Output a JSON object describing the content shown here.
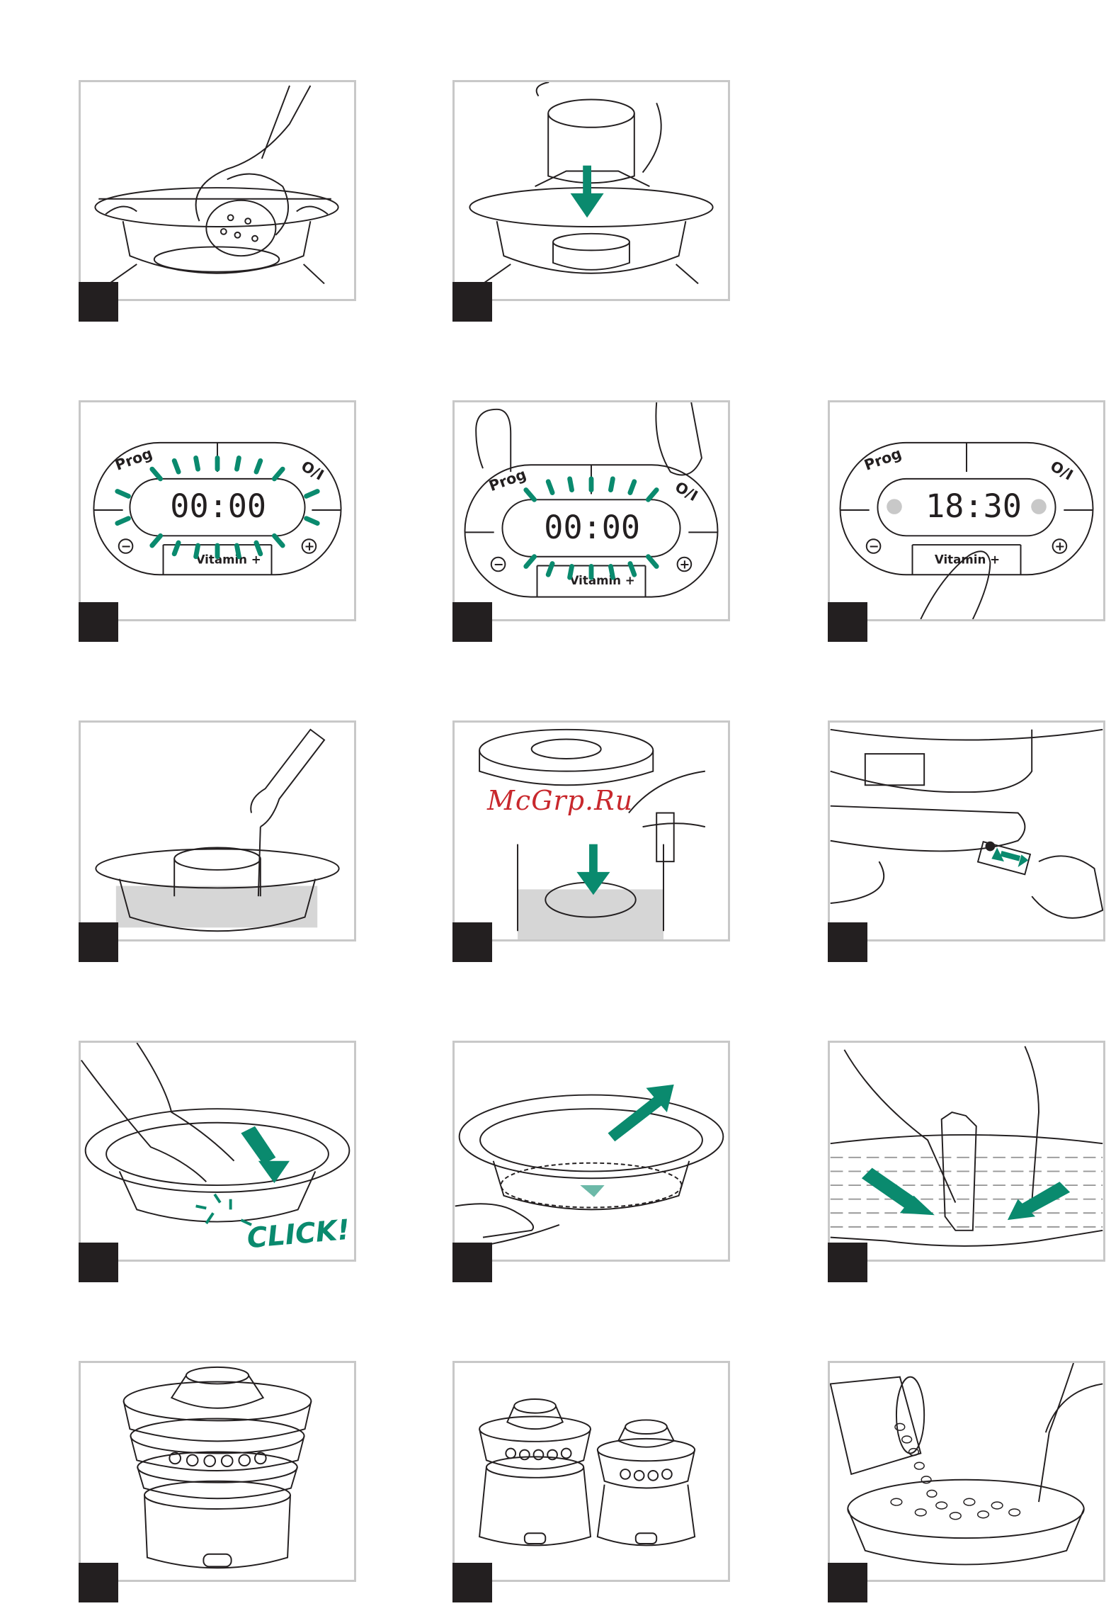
{
  "watermark": "McGrp.Ru",
  "colors": {
    "accent": "#0a8a6e",
    "marker": "#231f20",
    "frame": "#c8c8c8",
    "watermark": "#c8282d"
  },
  "control_panel": {
    "prog_label": "Prog",
    "power_label": "O/I",
    "vitamin_label": "Vitamin +",
    "minus_label": "−",
    "plus_label": "+",
    "display_reset": "00:00",
    "display_time": "18:30"
  },
  "click_label": "CLICK!",
  "panels": [
    {
      "name": "panel-fill-base",
      "icon": "hand-placing-tray-icon"
    },
    {
      "name": "panel-insert-reservoir",
      "icon": "insert-reservoir-arrow-icon"
    },
    {
      "name": "panel-display-blinking",
      "icon": "control-panel-blinking-icon"
    },
    {
      "name": "panel-set-timer",
      "icon": "control-panel-fingers-icon"
    },
    {
      "name": "panel-vitamin-press",
      "icon": "control-panel-press-icon"
    },
    {
      "name": "panel-pour-water",
      "icon": "pour-water-icon"
    },
    {
      "name": "panel-fit-collector",
      "icon": "fit-collector-icon"
    },
    {
      "name": "panel-plug-in",
      "icon": "plug-cord-icon"
    },
    {
      "name": "panel-click-base",
      "icon": "click-basket-icon"
    },
    {
      "name": "panel-remove-base",
      "icon": "remove-base-icon"
    },
    {
      "name": "panel-fit-divider",
      "icon": "fit-divider-icon"
    },
    {
      "name": "panel-stacked-steamer",
      "icon": "stacked-steamer-icon"
    },
    {
      "name": "panel-two-steamers",
      "icon": "two-steamers-icon"
    },
    {
      "name": "panel-rice-bowl",
      "icon": "rice-bowl-icon"
    }
  ]
}
